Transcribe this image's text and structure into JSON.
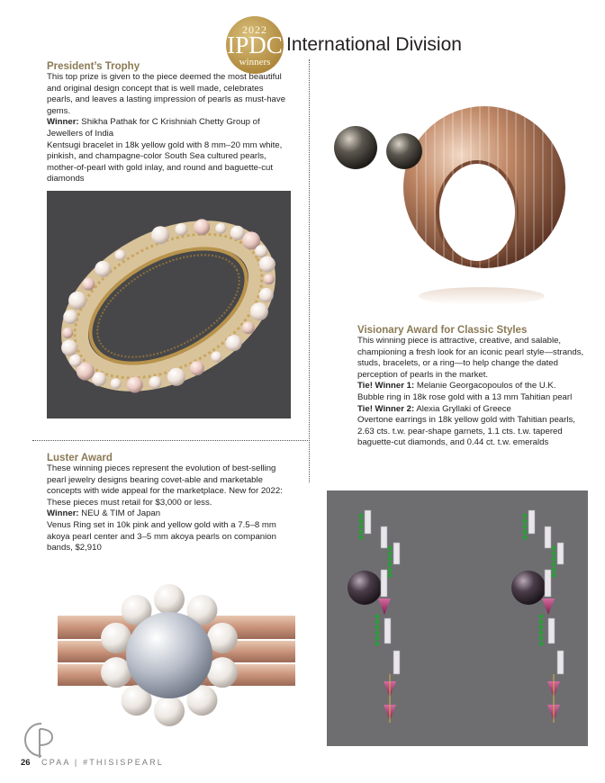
{
  "header": {
    "badge_year": "2022",
    "badge_title": "IPDC",
    "badge_sub": "winners",
    "title": "International Division"
  },
  "presidents_trophy": {
    "heading": "President’s Trophy",
    "description": "This top prize is given to the piece deemed the most beautiful and original design concept that is well made, celebrates pearls, and leaves a lasting impression of pearls as must-have gems.",
    "winner_label": "Winner:",
    "winner_name": "Shikha Pathak for C Krishniah Chetty Group of Jewellers of India",
    "piece": "Kentsugi bracelet in 18k yellow gold with 8 mm–20 mm white, pinkish, and champagne-color South Sea cultured pearls, mother-of-pearl with gold inlay, and round and baguette-cut diamonds"
  },
  "luster_award": {
    "heading": "Luster Award",
    "description": "These winning pieces represent the evolution of best-selling pearl jewelry designs bearing covet-able and marketable concepts with wide appeal for the marketplace. New for 2022: These pieces must retail for $3,000 or less.",
    "winner_label": "Winner:",
    "winner_name": "NEU & TIM of Japan",
    "piece": "Venus Ring set in 10k pink and yellow gold with a 7.5–8 mm akoya pearl center and 3–5 mm akoya pearls on companion bands, $2,910"
  },
  "visionary_award": {
    "heading": "Visionary Award for Classic Styles",
    "description": "This winning piece is attractive, creative, and salable, championing a fresh look for an iconic pearl style—strands, studs, bracelets, or a ring—to help change the dated perception of pearls in the market.",
    "winner1_label": "Tie! Winner 1:",
    "winner1_name": "Melanie Georgacopoulos of the U.K.",
    "winner1_piece": "Bubble ring in 18k rose gold with a 13 mm Tahitian pearl",
    "winner2_label": "Tie! Winner 2:",
    "winner2_name": "Alexia Gryllaki of Greece",
    "winner2_piece": "Overtone earrings in 18k yellow gold with Tahitian pearls, 2.63 cts. t.w. pear-shape garnets, 1.1 cts. t.w. tapered baguette-cut diamonds, and 0.44 ct. t.w. emeralds"
  },
  "footer": {
    "page_number": "26",
    "publication": "CPAA | #THISISPEARL"
  },
  "colors": {
    "heading": "#8a7a55",
    "badge_gold": "#b08a3e",
    "earring_bg": "#6e6d70",
    "bracelet_bg": "#47474a"
  }
}
